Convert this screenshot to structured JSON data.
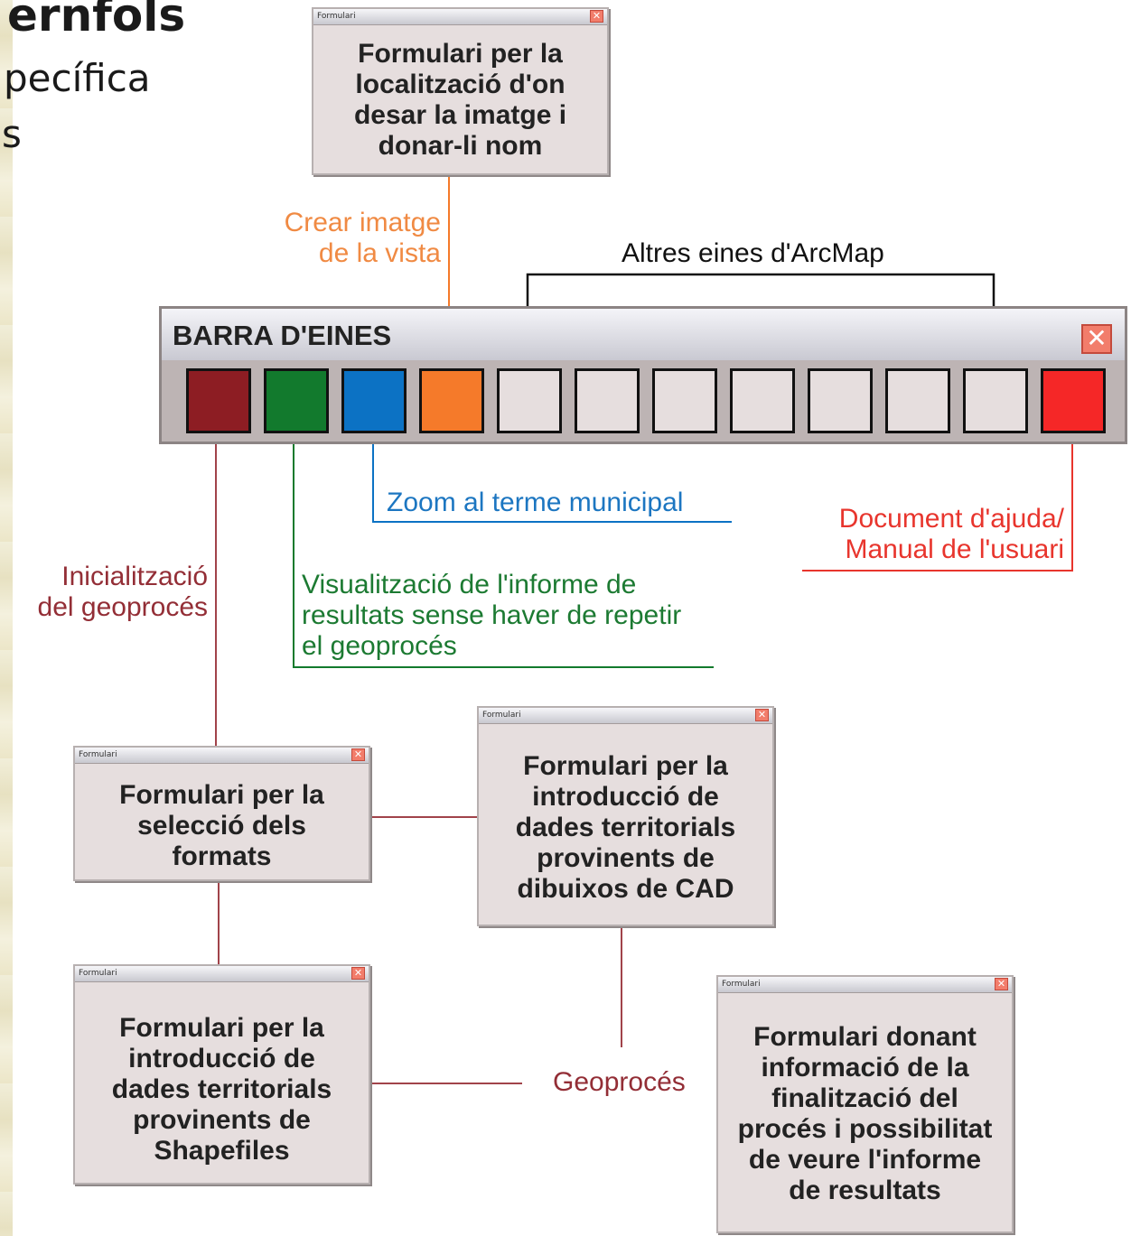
{
  "slide": {
    "title_fragment": "ernfols",
    "line1_fragment": "pecífica",
    "line2_fragment": "s"
  },
  "colors": {
    "maroon": "#8d1d23",
    "green": "#127a2d",
    "blue": "#0c72c4",
    "orange": "#f57a2a",
    "red": "#f52727",
    "empty": "#e6dede"
  },
  "toolbar": {
    "title": "BARRA D'EINES",
    "close_icon": "close-icon",
    "buttons": [
      "maroon",
      "green",
      "blue",
      "orange",
      "empty",
      "empty",
      "empty",
      "empty",
      "empty",
      "empty",
      "empty",
      "red"
    ]
  },
  "forms": {
    "window_title": "Formulari",
    "close_glyph": "✕",
    "save_image": [
      "Formulari per la",
      "localització d'on",
      "desar la imatge i",
      "donar-li nom"
    ],
    "select_formats": [
      "Formulari per la",
      "selecció dels",
      "formats"
    ],
    "cad_input": [
      "Formulari per la",
      "introducció de",
      "dades territorials",
      "provinents de",
      "dibuixos de CAD"
    ],
    "shapefile_input": [
      "Formulari per la",
      "introducció de",
      "dades territorials",
      "provinents de",
      "Shapefiles"
    ],
    "result_info": [
      "Formulari donant",
      "informació de la",
      "finalització del",
      "procés i possibilitat",
      "de veure l'informe",
      "de resultats"
    ]
  },
  "labels": {
    "create_image": [
      "Crear imatge",
      "de la vista"
    ],
    "other_tools": "Altres eines d'ArcMap",
    "zoom": "Zoom al terme municipal",
    "help": [
      "Document d'ajuda/",
      "Manual de l'usuari"
    ],
    "init": [
      "Inicialització",
      "del geoprocés"
    ],
    "report": [
      "Visualització de l'informe de",
      "resultats sense haver de repetir",
      "el geoprocés"
    ],
    "geoprocess": "Geoprocés"
  }
}
